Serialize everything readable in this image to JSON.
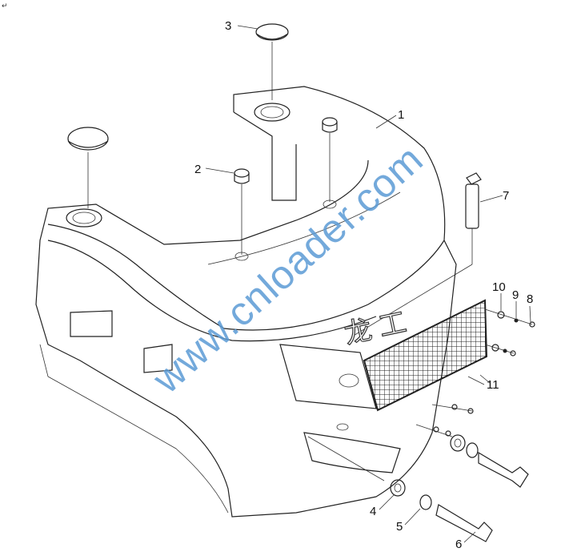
{
  "diagram": {
    "corner_mark": "↵",
    "logo_text": "龙工",
    "watermark": "www.cnloader.com",
    "watermark_color": "#5b9bd5",
    "callouts": [
      "1",
      "2",
      "3",
      "4",
      "5",
      "6",
      "7",
      "8",
      "9",
      "10",
      "11"
    ]
  }
}
